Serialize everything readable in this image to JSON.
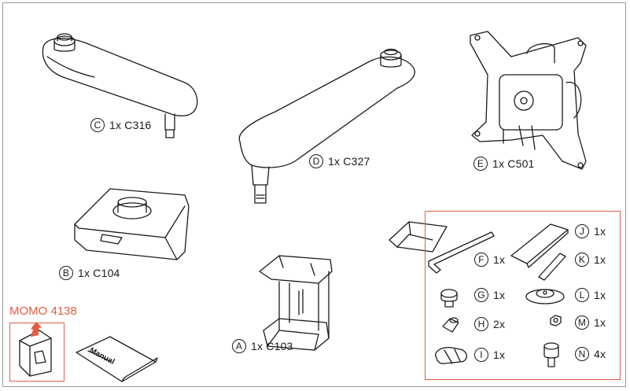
{
  "parts": [
    {
      "key": "C",
      "label": "1x C316"
    },
    {
      "key": "D",
      "label": "1x C327"
    },
    {
      "key": "E",
      "label": "1x C501"
    },
    {
      "key": "B",
      "label": "1x C104"
    },
    {
      "key": "A",
      "label": "1x C103"
    }
  ],
  "kit": [
    {
      "key": "F",
      "qty": "1x"
    },
    {
      "key": "G",
      "qty": "1x"
    },
    {
      "key": "H",
      "qty": "2x"
    },
    {
      "key": "I",
      "qty": "1x"
    },
    {
      "key": "J",
      "qty": "1x"
    },
    {
      "key": "K",
      "qty": "1x"
    },
    {
      "key": "L",
      "qty": "1x"
    },
    {
      "key": "M",
      "qty": "1x"
    },
    {
      "key": "N",
      "qty": "4x"
    }
  ],
  "momo": {
    "title": "MOMO 4138",
    "manual_text": "Manual"
  },
  "colors": {
    "accent": "#e25c43",
    "line": "#1a1a1a",
    "frame": "#9a9a9a"
  }
}
